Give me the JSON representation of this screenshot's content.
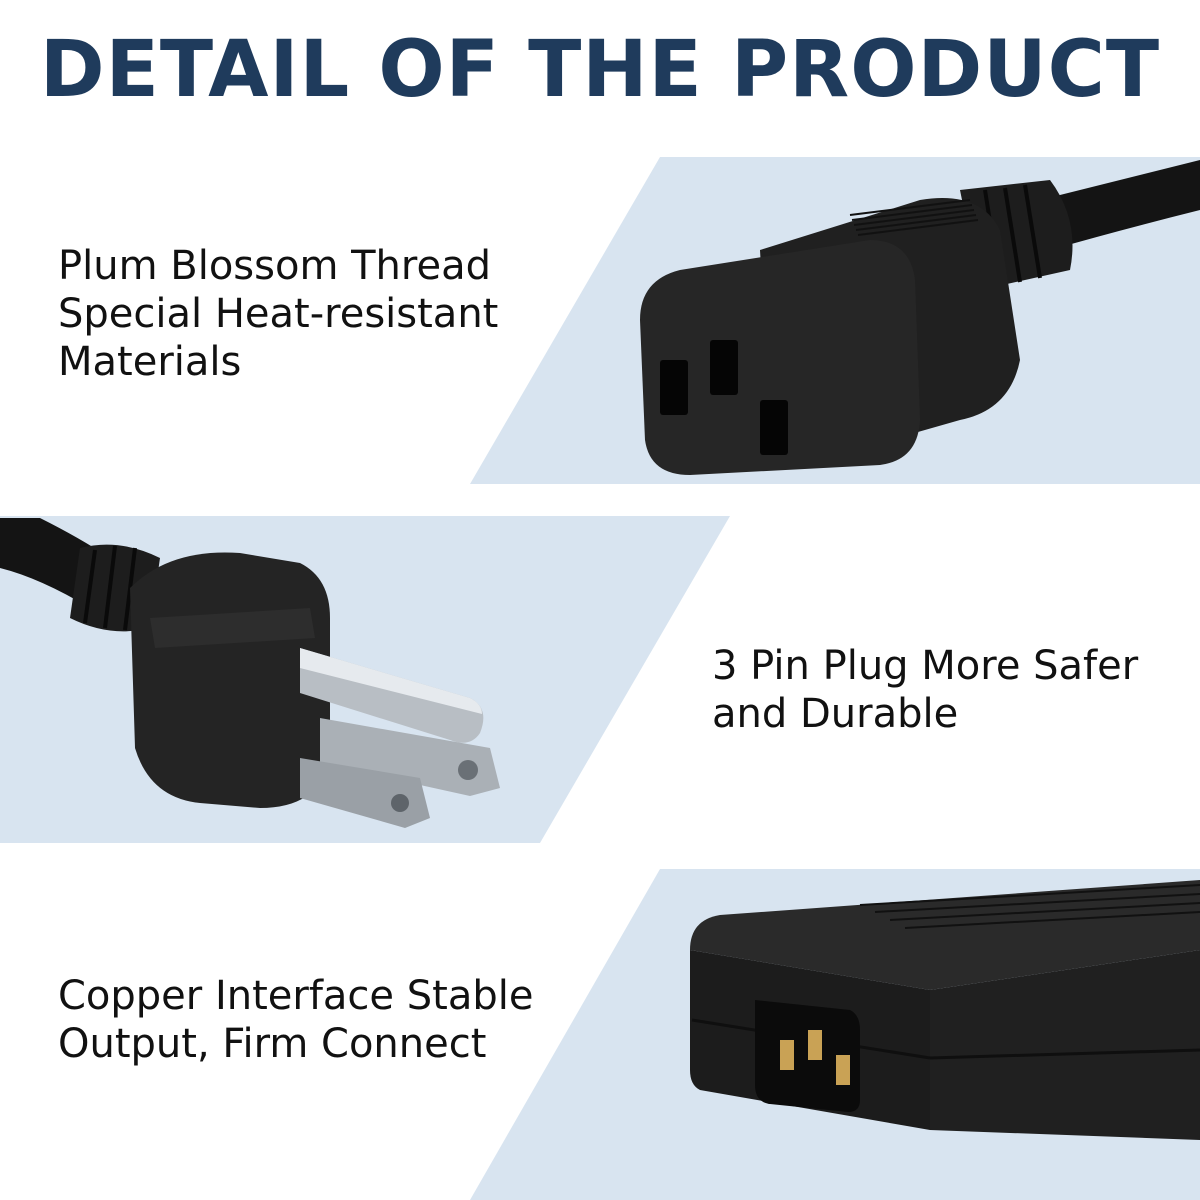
{
  "header": {
    "title": "DETAIL OF THE PRODUCT"
  },
  "features": [
    {
      "lines": [
        "Plum Blossom Thread",
        "Special Heat-resistant",
        "Materials"
      ],
      "icon": "c13-connector-icon"
    },
    {
      "lines": [
        "3 Pin Plug More Safer",
        "and Durable"
      ],
      "icon": "3-pin-plug-icon"
    },
    {
      "lines": [
        "Copper Interface Stable",
        "Output, Firm Connect"
      ],
      "icon": "power-adapter-icon"
    }
  ],
  "colors": {
    "title": "#1f3b5c",
    "panel": "#d8e4f0",
    "text": "#111111",
    "product": "#1a1a1a"
  }
}
